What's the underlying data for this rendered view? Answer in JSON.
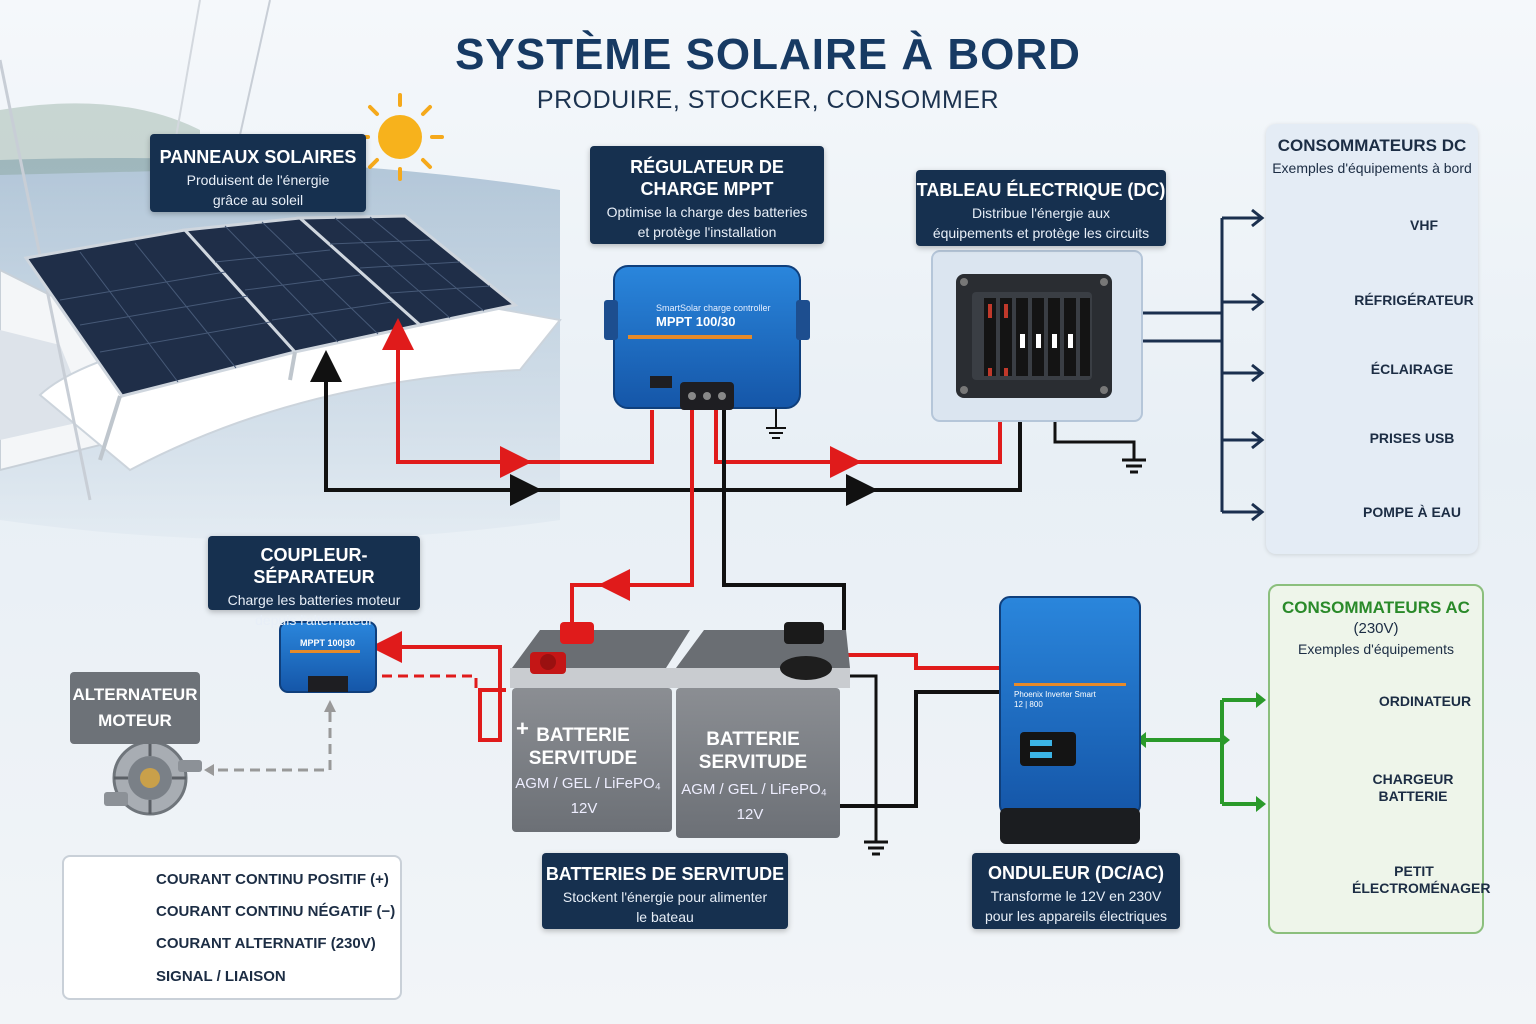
{
  "title": "SYSTÈME SOLAIRE À BORD",
  "subtitle": "PRODUIRE, STOCKER, CONSOMMER",
  "solar_panels": {
    "title": "PANNEAUX SOLAIRES",
    "desc": "Produisent de l'énergie grâce au soleil"
  },
  "mppt": {
    "title": "RÉGULATEUR DE CHARGE MPPT",
    "desc": "Optimise la charge des batteries et protège l'installation",
    "device_text1": "SmartSolar charge controller",
    "device_text2": "MPPT 100/30"
  },
  "dc_panel": {
    "title": "TABLEAU ÉLECTRIQUE (DC)",
    "desc": "Distribue l'énergie aux équipements et protège les circuits"
  },
  "coupler": {
    "title": "COUPLEUR-SÉPARATEUR",
    "desc": "Charge les batteries moteur depuis l'alternateur"
  },
  "alternator": {
    "line1": "ALTERNATEUR",
    "line2": "MOTEUR"
  },
  "batteries": {
    "items": [
      {
        "sign": "+",
        "line1": "BATTERIE",
        "line2": "SERVITUDE",
        "chem": "AGM / GEL / LiFePO₄",
        "volt": "12V"
      },
      {
        "sign": "",
        "line1": "BATTERIE",
        "line2": "SERVITUDE",
        "chem": "AGM / GEL / LiFePO₄",
        "volt": "12V"
      }
    ],
    "title": "BATTERIES DE SERVITUDE",
    "desc": "Stockent l'énergie pour alimenter le bateau"
  },
  "inverter": {
    "title": "ONDULEUR (DC/AC)",
    "desc": "Transforme le 12V en 230V pour les appareils électriques",
    "device_text": "Phoenix Inverter Smart 12 | 800"
  },
  "dc_consumers": {
    "title": "CONSOMMATEURS DC",
    "subtitle": "Exemples d'équipements à bord",
    "items": [
      {
        "label": "VHF",
        "icon": "vhf-radio-icon"
      },
      {
        "label": "RÉFRIGÉRATEUR",
        "icon": "fridge-icon"
      },
      {
        "label": "ÉCLAIRAGE",
        "icon": "light-icon"
      },
      {
        "label": "PRISES USB",
        "icon": "usb-socket-icon"
      },
      {
        "label": "POMPE À EAU",
        "icon": "water-pump-icon"
      }
    ]
  },
  "ac_consumers": {
    "title": "CONSOMMATEURS AC",
    "subtitle1": "(230V)",
    "subtitle2": "Exemples d'équipements",
    "items": [
      {
        "label": "ORDINATEUR",
        "icon": "laptop-icon"
      },
      {
        "label": "CHARGEUR BATTERIE",
        "icon": "battery-charger-icon"
      },
      {
        "label": "PETIT ÉLECTROMÉNAGER",
        "icon": "kettle-icon"
      }
    ]
  },
  "legend": {
    "items": [
      {
        "label": "COURANT CONTINU POSITIF (+)",
        "color": "#e01b1b",
        "style": "solid"
      },
      {
        "label": "COURANT CONTINU NÉGATIF (−)",
        "color": "#111111",
        "style": "solid"
      },
      {
        "label": "COURANT ALTERNATIF (230V)",
        "color": "#2a9a2a",
        "style": "solid"
      },
      {
        "label": "SIGNAL / LIAISON",
        "color": "#999999",
        "style": "dashed"
      }
    ]
  },
  "colors": {
    "navy": "#16304f",
    "positive": "#e01b1b",
    "negative": "#111111",
    "ac": "#2a9a2a",
    "signal": "#999999",
    "victron_blue": "#1d6fc4"
  }
}
